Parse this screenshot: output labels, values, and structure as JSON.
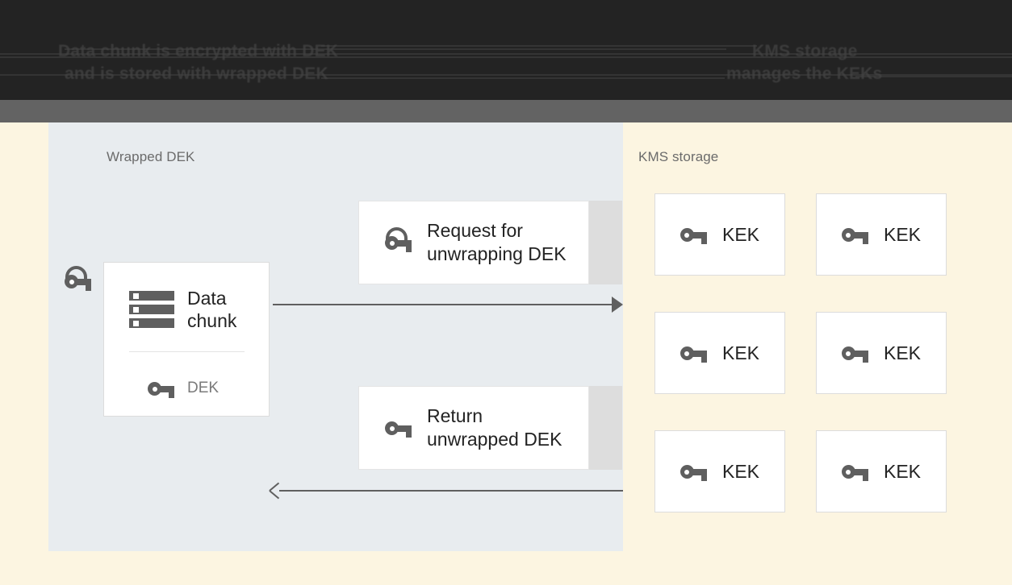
{
  "caption": {
    "left_line1": "Data chunk is encrypted with DEK",
    "left_line2": "and is stored with wrapped DEK",
    "right_line1": "KMS storage",
    "right_line2": "manages the KEKs"
  },
  "colors": {
    "top_bar": "#232323",
    "gray_band": "#636363",
    "page_background": "#fcf5e1",
    "storage_panel": "#e8ecef",
    "kms_panel": "#fcf5e1",
    "card_background": "#ffffff",
    "card_border": "#dcdcdc",
    "icon_gray": "#5f5f5f",
    "title_gray": "#6b6b6b",
    "body_text": "#232323",
    "muted_text": "#7a7a7a",
    "card_shadow": "#dddddd"
  },
  "storage_panel": {
    "title": "Wrapped DEK",
    "title_icon": "wrapped-key-icon",
    "data_card": {
      "icon": "database-icon",
      "label": "Data\nchunk",
      "key_icon": "key-icon",
      "key_label": "DEK"
    },
    "messages": [
      {
        "id": "request",
        "icon": "wrapped-key-icon",
        "label": "Request for\nunwrapping DEK"
      },
      {
        "id": "return",
        "icon": "key-icon",
        "label": "Return\nunwrapped DEK"
      }
    ],
    "arrows": [
      {
        "id": "to-kms",
        "direction": "right",
        "icon": "arrow-right-icon"
      },
      {
        "id": "from-kms",
        "direction": "left",
        "icon": "arrow-left-icon"
      }
    ]
  },
  "kms_panel": {
    "title": "KMS storage",
    "keys": [
      {
        "icon": "key-icon",
        "label": "KEK"
      },
      {
        "icon": "key-icon",
        "label": "KEK"
      },
      {
        "icon": "key-icon",
        "label": "KEK"
      },
      {
        "icon": "key-icon",
        "label": "KEK"
      },
      {
        "icon": "key-icon",
        "label": "KEK"
      },
      {
        "icon": "key-icon",
        "label": "KEK"
      }
    ]
  }
}
